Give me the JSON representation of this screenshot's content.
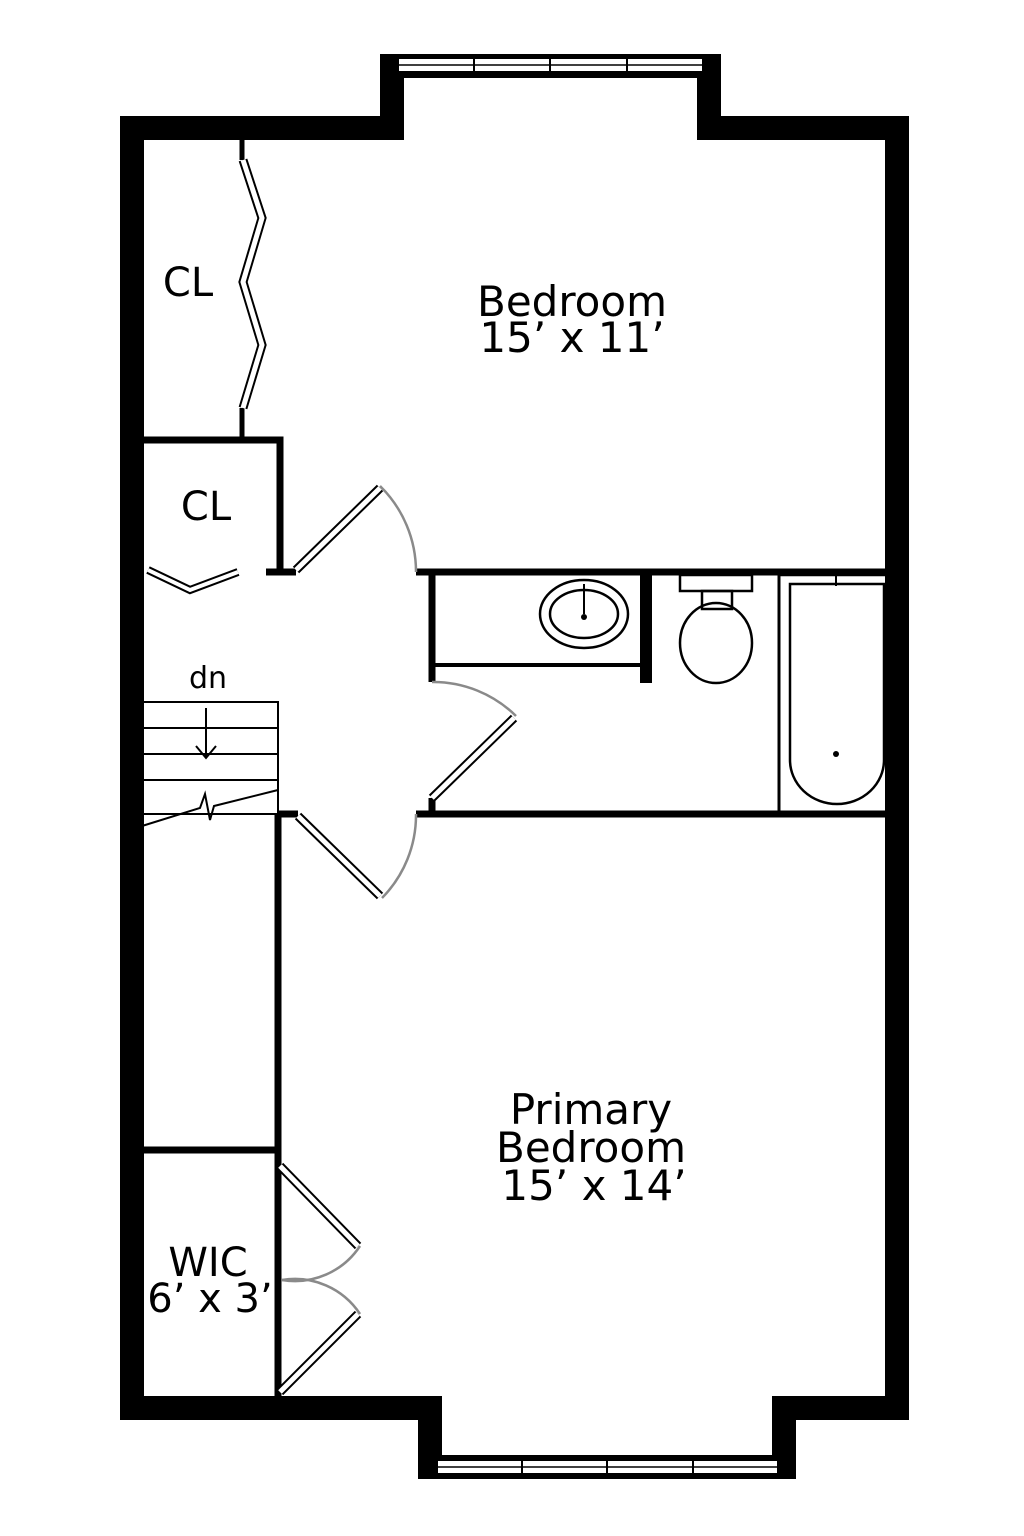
{
  "rooms": {
    "bedroom": {
      "name": "Bedroom",
      "size": "15’ x 11’"
    },
    "primary_bedroom": {
      "name_line1": "Primary",
      "name_line2": "Bedroom",
      "size": "15’ x 14’"
    },
    "closet_upper": {
      "name": "CL"
    },
    "closet_lower": {
      "name": "CL"
    },
    "walk_in_closet": {
      "name": "WIC",
      "size": "6’ x 3’"
    }
  },
  "stairs": {
    "label": "dn"
  },
  "colors": {
    "wall": "#000000",
    "door_swing": "#8a8a8a",
    "background": "#ffffff"
  }
}
